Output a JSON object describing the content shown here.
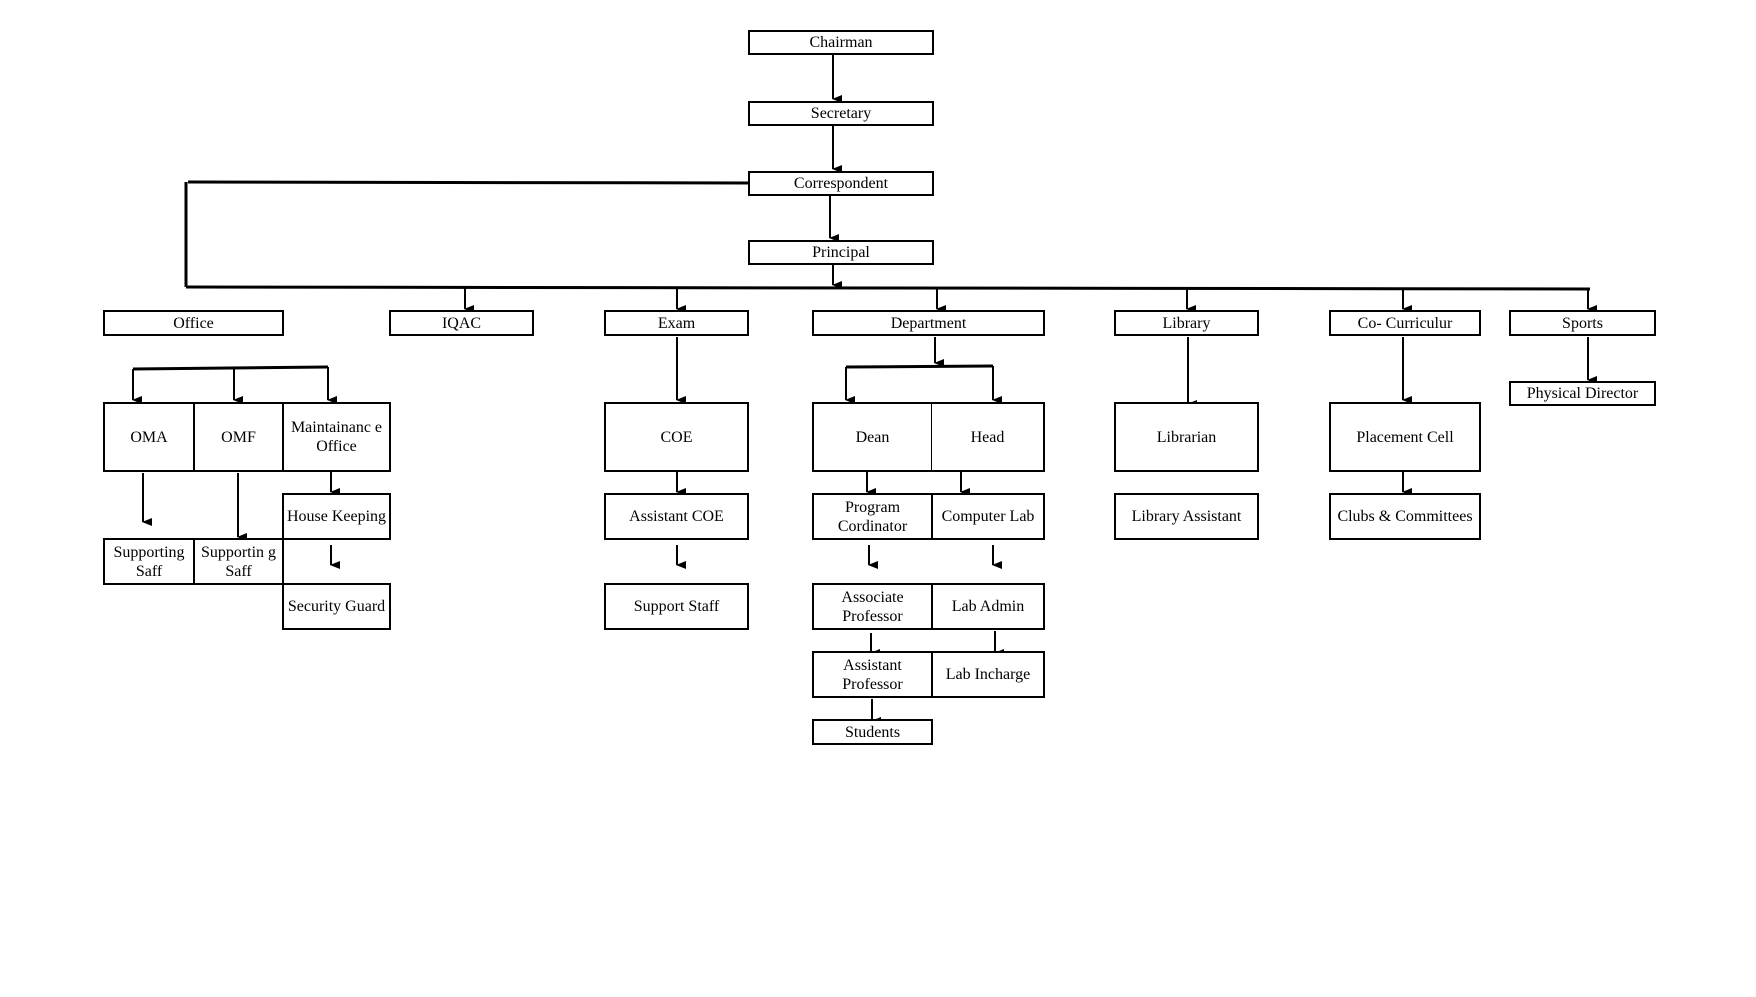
{
  "nodes": {
    "chairman": "Chairman",
    "secretary": "Secretary",
    "correspondent": "Correspondent",
    "principal": "Principal",
    "office": "Office",
    "iqac": "IQAC",
    "exam": "Exam",
    "department": "Department",
    "library": "Library",
    "co_curricular": "Co- Curriculur",
    "sports": "Sports",
    "oma": "OMA",
    "omf": "OMF",
    "maintenance_office": "Maintainanc e Office",
    "house_keeping": "House Keeping",
    "security_guard": "Security Guard",
    "supporting_staff_1": "Supporting Saff",
    "supporting_staff_2": "Supportin g Saff",
    "coe": "COE",
    "assistant_coe": "Assistant COE",
    "support_staff": "Support Staff",
    "dean": "Dean",
    "head": "Head",
    "program_coordinator": "Program Cordinator",
    "computer_lab": "Computer Lab",
    "associate_professor": "Associate Professor",
    "lab_admin": "Lab Admin",
    "assistant_professor": "Assistant Professor",
    "lab_incharge": "Lab Incharge",
    "students": "Students",
    "librarian": "Librarian",
    "library_assistant": "Library Assistant",
    "placement_cell": "Placement Cell",
    "clubs_committees": "Clubs & Committees",
    "physical_director": "Physical Director"
  }
}
